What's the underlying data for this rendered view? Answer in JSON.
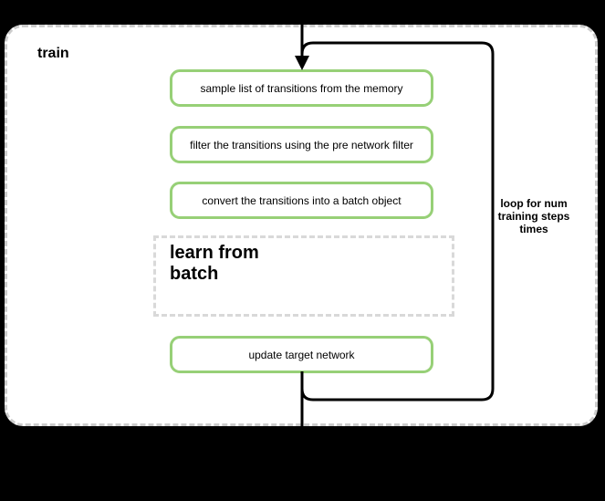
{
  "colors": {
    "background": "#000000",
    "container_fill": "#ffffff",
    "container_border": "#cccccc",
    "step_border": "#97d077",
    "step_fill": "#ffffff",
    "subprocess_border": "#d9d9d9",
    "line": "#000000",
    "text": "#000000"
  },
  "diagram": {
    "title": "train",
    "loop_label": "loop for num training steps times",
    "steps": [
      "sample list of transitions from the memory",
      "filter the transitions using the pre network filter",
      "convert the transitions into a batch object"
    ],
    "subprocess_label": "learn from batch",
    "final_step_label": "update target network"
  }
}
